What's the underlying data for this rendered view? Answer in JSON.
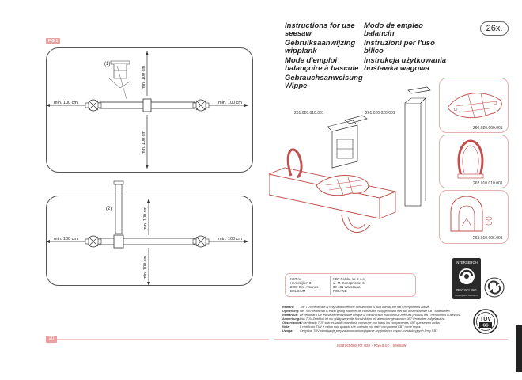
{
  "page": {
    "fig_tag": "FIG 1",
    "quantity": "26x.",
    "page_number": "20",
    "footer": "Instructions for use - KSEs.02 - seesaw"
  },
  "titles": {
    "left": [
      "Instructions for use",
      "seesaw",
      "Gebruiksaanwijzing",
      "wipplank",
      "Mode d'emploi",
      "balançoire à bascule",
      "Gebrauchsanweisung",
      "Wippe"
    ],
    "right": [
      "Modo de empleo",
      "balancín",
      "Instruzioni per l'uso",
      "bilico",
      "Instrukcja użytkowania",
      "huśtawka wagowa"
    ]
  },
  "diagram1": {
    "callout": "(1)",
    "left_dim": "min. 100 cm",
    "right_dim": "min. 100 cm",
    "top_dim": "min. 100 cm",
    "bottom_dim": "min. 100 cm"
  },
  "diagram2": {
    "callout": "(2)",
    "left_dim": "min. 100 cm",
    "right_dim": "min. 100 cm",
    "top_dim": "min. 100 cm",
    "bottom_dim": "min. 100 cm"
  },
  "codes": {
    "part_a": "261.020.010.001",
    "part_b": "261.020.020.001",
    "thumb_1": "260.020.006.001",
    "thumb_2": "262.010.010.001",
    "thumb_3": "263.010.006.001"
  },
  "addresses": {
    "left": [
      "KBT nv",
      "Hemelrijken 8",
      "2890 Sint-Amands",
      "BELGIUM"
    ],
    "right": [
      "KBT Polska sp. z o.o.",
      "ul. M. Konopnickiej 6",
      "00-491 Warszawa",
      "POLAND"
    ]
  },
  "recycling": {
    "top": "INTERSEROH",
    "bottom": "RECYCLING",
    "small": "Dual System Interseroh"
  },
  "tuv": {
    "top": "TÜV",
    "bottom": "GS"
  },
  "notes": [
    {
      "label": "Remark:",
      "text": "The TÜV certificate is only valid when the construction is built with all the KBT components above."
    },
    {
      "label": "Opmerking:",
      "text": "Het TÜV certificaat is enkel geldig wanneer de constructie is opgebouwd met alle bovenstaande KBT onderdelen."
    },
    {
      "label": "Remarque:",
      "text": "Le certificat TÜV est seulement valable lorsque la construction est construit avec les produits KBT mentionnés ci-dessus."
    },
    {
      "label": "Anmerkung:",
      "text": "Das TÜV Zertifikat ist nur gültig wenn die Konstruktion mit allen obengenannten KBT Produkten aufgebaut ist."
    },
    {
      "label": "Observación:",
      "text": "El certificado TÜV solo es válido cuando se construye con todos los componentes KBT que se ven arriba."
    },
    {
      "label": "Nota:",
      "text": "Il certificato TÜV è valido solo quando si è costruito con tutti i componenti KBT come sopra."
    },
    {
      "label": "Uwaga:",
      "text": "Certyfikat TÜV obowiązuje przy zastosowaniu wyłącznie oryginalnych części konstrukcyjnych firmy KBT."
    }
  ],
  "colors": {
    "accent": "#e9a0a0",
    "accent_line": "#f0c4c4",
    "product": "#c0504d",
    "line": "#333333"
  }
}
